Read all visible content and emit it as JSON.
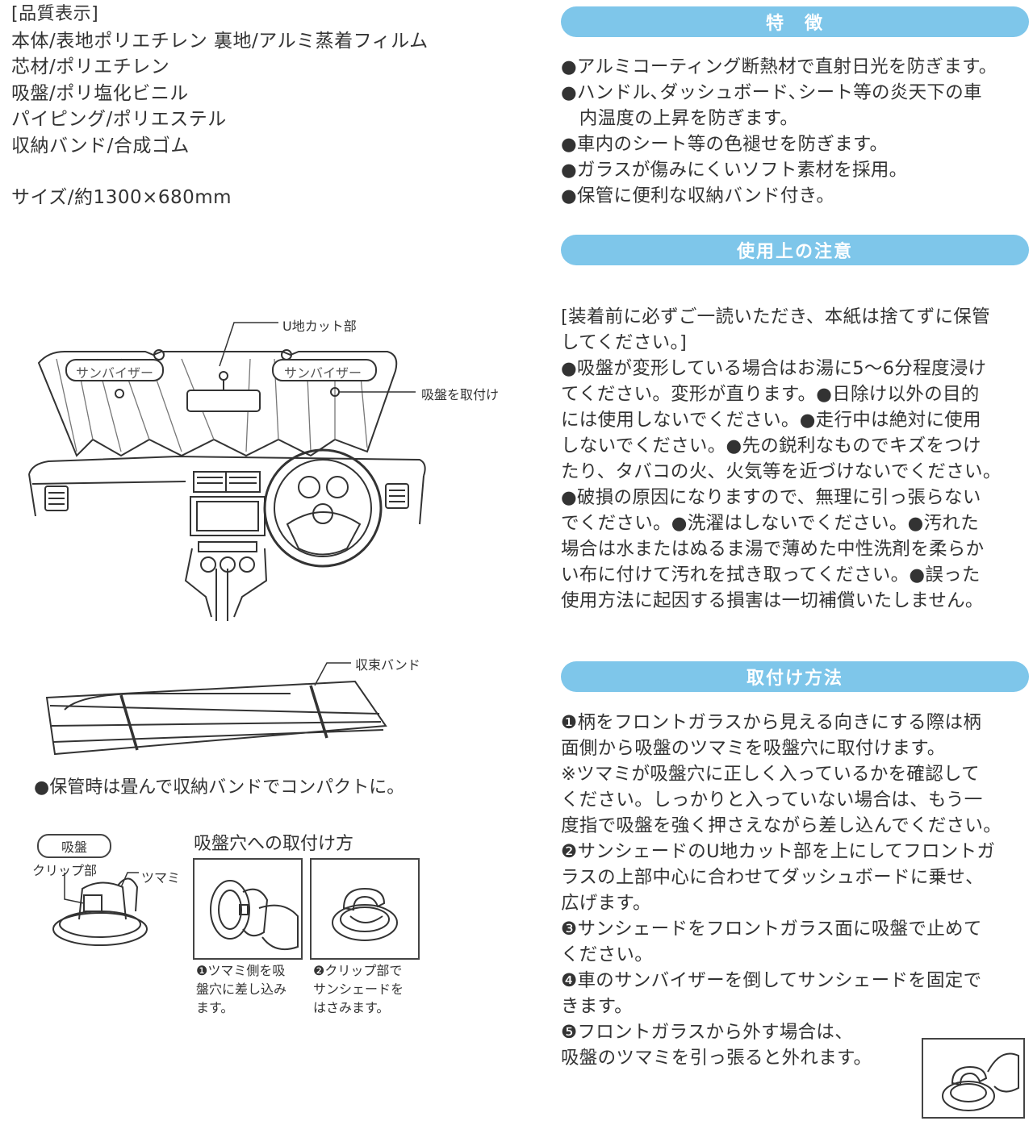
{
  "quality": {
    "heading": "[品質表示]",
    "lines": [
      "本体/表地ポリエチレン  裏地/アルミ蒸着フィルム",
      "芯材/ポリエチレン",
      "吸盤/ポリ塩化ビニル",
      "パイピング/ポリエステル",
      "収納バンド/合成ゴム"
    ],
    "size": "サイズ/約1300×680mm"
  },
  "diagram": {
    "u_cut_label": "U地カット部",
    "sun_visor_left": "サンバイザー",
    "sun_visor_right": "サンバイザー",
    "suction_attach_label": "吸盤を取付け",
    "band_label": "収束バンド",
    "storage_note": "●保管時は畳んで収納バンドでコンパクトに。",
    "suction_badge": "吸盤",
    "clip_label": "クリップ部",
    "knob_label": "ツマミ",
    "hole_title": "吸盤穴への取付け方",
    "step1_lines": [
      "❶ツマミ側を吸",
      "盤穴に差し込み",
      "ます。"
    ],
    "step2_lines": [
      "❷クリップ部で",
      "サンシェードを",
      "はさみます。"
    ]
  },
  "features": {
    "title": "特　徴",
    "lines": [
      "●アルミコーティング断熱材で直射日光を防ぎます。",
      "●ハンドル､ダッシュボード､シート等の炎天下の車",
      "　内温度の上昇を防ぎます。",
      "●車内のシート等の色褪せを防ぎます。",
      "●ガラスが傷みにくいソフト素材を採用。",
      "●保管に便利な収納バンド付き。"
    ]
  },
  "caution": {
    "title": "使用上の注意",
    "lines": [
      "[装着前に必ずご一読いただき、本紙は捨てずに保管",
      "してください。]",
      "●吸盤が変形している場合はお湯に5～6分程度浸け",
      "てください。変形が直ります。●日除け以外の目的",
      "には使用しないでください。●走行中は絶対に使用",
      "しないでください。●先の鋭利なものでキズをつけ",
      "たり、タバコの火、火気等を近づけないでください。",
      "●破損の原因になりますので、無理に引っ張らない",
      "でください。●洗濯はしないでください。●汚れた",
      "場合は水またはぬるま湯で薄めた中性洗剤を柔らか",
      "い布に付けて汚れを拭き取ってください。●誤った",
      "使用方法に起因する損害は一切補償いたしません。"
    ]
  },
  "install": {
    "title": "取付け方法",
    "lines": [
      "❶柄をフロントガラスから見える向きにする際は柄",
      "面側から吸盤のツマミを吸盤穴に取付けます。",
      "※ツマミが吸盤穴に正しく入っているかを確認して",
      "ください。しっかりと入っていない場合は、もう一",
      "度指で吸盤を強く押さえながら差し込んでください。",
      "❷サンシェードのU地カット部を上にしてフロントガ",
      "ラスの上部中心に合わせてダッシュボードに乗せ、",
      "広げます。",
      "❸サンシェードをフロントガラス面に吸盤で止めて",
      "ください。",
      "❹車のサンバイザーを倒してサンシェードを固定で",
      "きます。",
      "❺フロントガラスから外す場合は、",
      "吸盤のツマミを引っ張ると外れます。"
    ]
  }
}
